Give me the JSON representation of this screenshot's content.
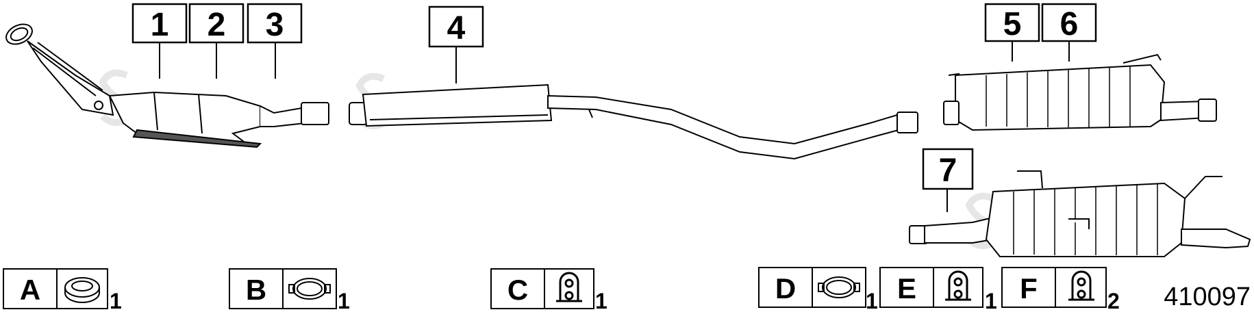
{
  "diagram_code": "410097",
  "callouts": [
    {
      "label": "1"
    },
    {
      "label": "2"
    },
    {
      "label": "3"
    },
    {
      "label": "4"
    },
    {
      "label": "5"
    },
    {
      "label": "6"
    },
    {
      "label": "7"
    }
  ],
  "legend": [
    {
      "letter": "A",
      "icon": "gasket-ring-icon",
      "qty": "1"
    },
    {
      "letter": "B",
      "icon": "pipe-clamp-icon",
      "qty": "1"
    },
    {
      "letter": "C",
      "icon": "rubber-hanger-icon",
      "qty": "1"
    },
    {
      "letter": "D",
      "icon": "pipe-clamp-icon",
      "qty": "1"
    },
    {
      "letter": "E",
      "icon": "rubber-hanger-icon",
      "qty": "1"
    },
    {
      "letter": "F",
      "icon": "rubber-hanger-icon",
      "qty": "2"
    }
  ]
}
